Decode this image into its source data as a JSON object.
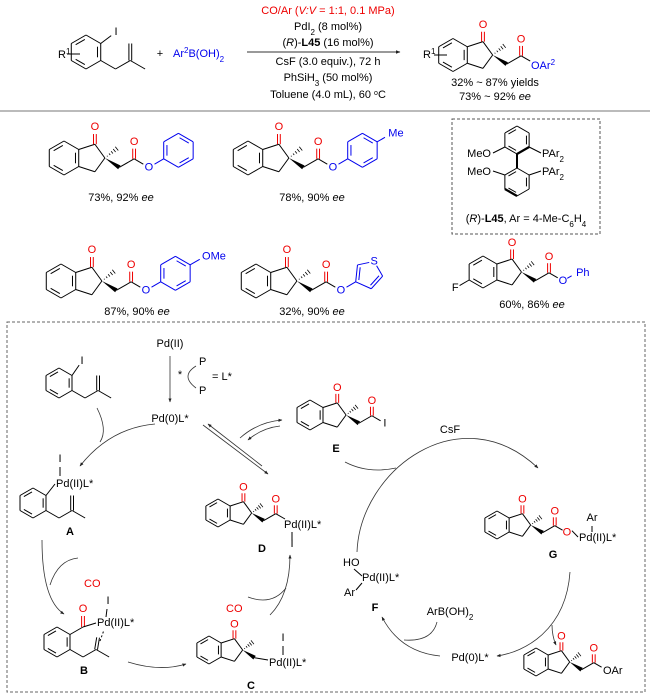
{
  "atoms": {
    "O": "O",
    "I": "I",
    "S": "S",
    "F": "F"
  },
  "scheme": {
    "reactant": {
      "R": "R",
      "R_sup": "1"
    },
    "plus": "+",
    "boronic": {
      "ar": "Ar",
      "sup": "2",
      "b": "B(OH)",
      "sub": "2"
    },
    "conditions": {
      "line1": {
        "pre": "CO/Ar (",
        "italic": "V:V",
        "post": " = 1:1, 0.1 MPa)"
      },
      "line2": {
        "pre": "PdI",
        "sub": "2",
        "post": " (8 mol%)"
      },
      "line3": {
        "p1": "(",
        "italic": "R",
        "p2": ")-",
        "bold": "L45",
        "post": " (16 mol%)"
      },
      "line4": "CsF (3.0 equiv.), 72 h",
      "line5": {
        "pre": "PhSiH",
        "sub": "3",
        "post": " (50 mol%)"
      },
      "line6": {
        "pre": "Toluene (4.0 mL), 60 ",
        "sup": "o",
        "post": "C"
      }
    },
    "product": {
      "R": "R",
      "R_sup": "1",
      "oar": "OAr",
      "oar_sup": "2",
      "yields": "32% ~ 87% yields",
      "ee_pre": "73% ~ 92% ",
      "ee": "ee"
    }
  },
  "examples": [
    {
      "yield": "73%, 92% ",
      "ee": "ee"
    },
    {
      "yield": "78%, 90% ",
      "ee": "ee",
      "substituent": "Me"
    },
    {
      "yield": "87%, 90% ",
      "ee": "ee",
      "substituent": "OMe"
    },
    {
      "yield": "32%, 90% ",
      "ee": "ee"
    },
    {
      "yield": "60%, 86% ",
      "ee": "ee",
      "group": "Ph"
    }
  ],
  "ligand": {
    "meo": "MeO",
    "par": "PAr",
    "par_sub": "2",
    "caption": {
      "p1": "(",
      "italic": "R",
      "p2": ")-",
      "bold": "L45",
      "post": ", Ar = 4-Me-C",
      "sub1": "6",
      "h": "H",
      "sub2": "4"
    }
  },
  "mechanism": {
    "pd2": "Pd(II)",
    "star": "*",
    "P": "P",
    "eq_l": "= L*",
    "pd0": "Pd(0)L*",
    "pdl": "Pd(II)L*",
    "co": "CO",
    "csf": "CsF",
    "arb": {
      "pre": "ArB(OH)",
      "sub": "2"
    },
    "ho": "HO",
    "ar": "Ar",
    "oar": "OAr",
    "labels": {
      "A": "A",
      "B": "B",
      "C": "C",
      "D": "D",
      "E": "E",
      "F": "F",
      "G": "G"
    }
  }
}
